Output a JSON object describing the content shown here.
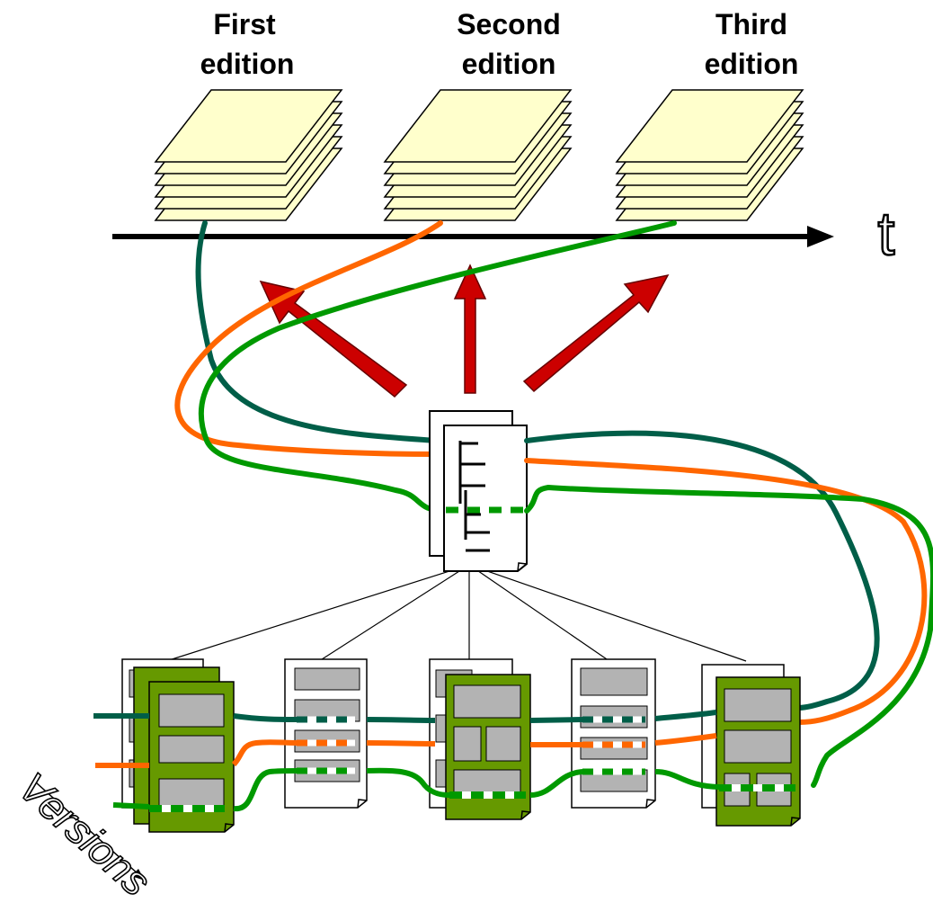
{
  "editions": [
    {
      "line1": "First",
      "line2": "edition"
    },
    {
      "line1": "Second",
      "line2": "edition"
    },
    {
      "line1": "Third",
      "line2": "edition"
    }
  ],
  "axis": {
    "label": "t"
  },
  "versions_label": "Versions",
  "colors": {
    "paper_fill": "#ffffcc",
    "red_arrow": "#cc0000",
    "dark_green": "#005e48",
    "orange": "#ff6600",
    "green": "#009900",
    "doc_green": "#669900",
    "block_gray": "#b3b3b3"
  }
}
